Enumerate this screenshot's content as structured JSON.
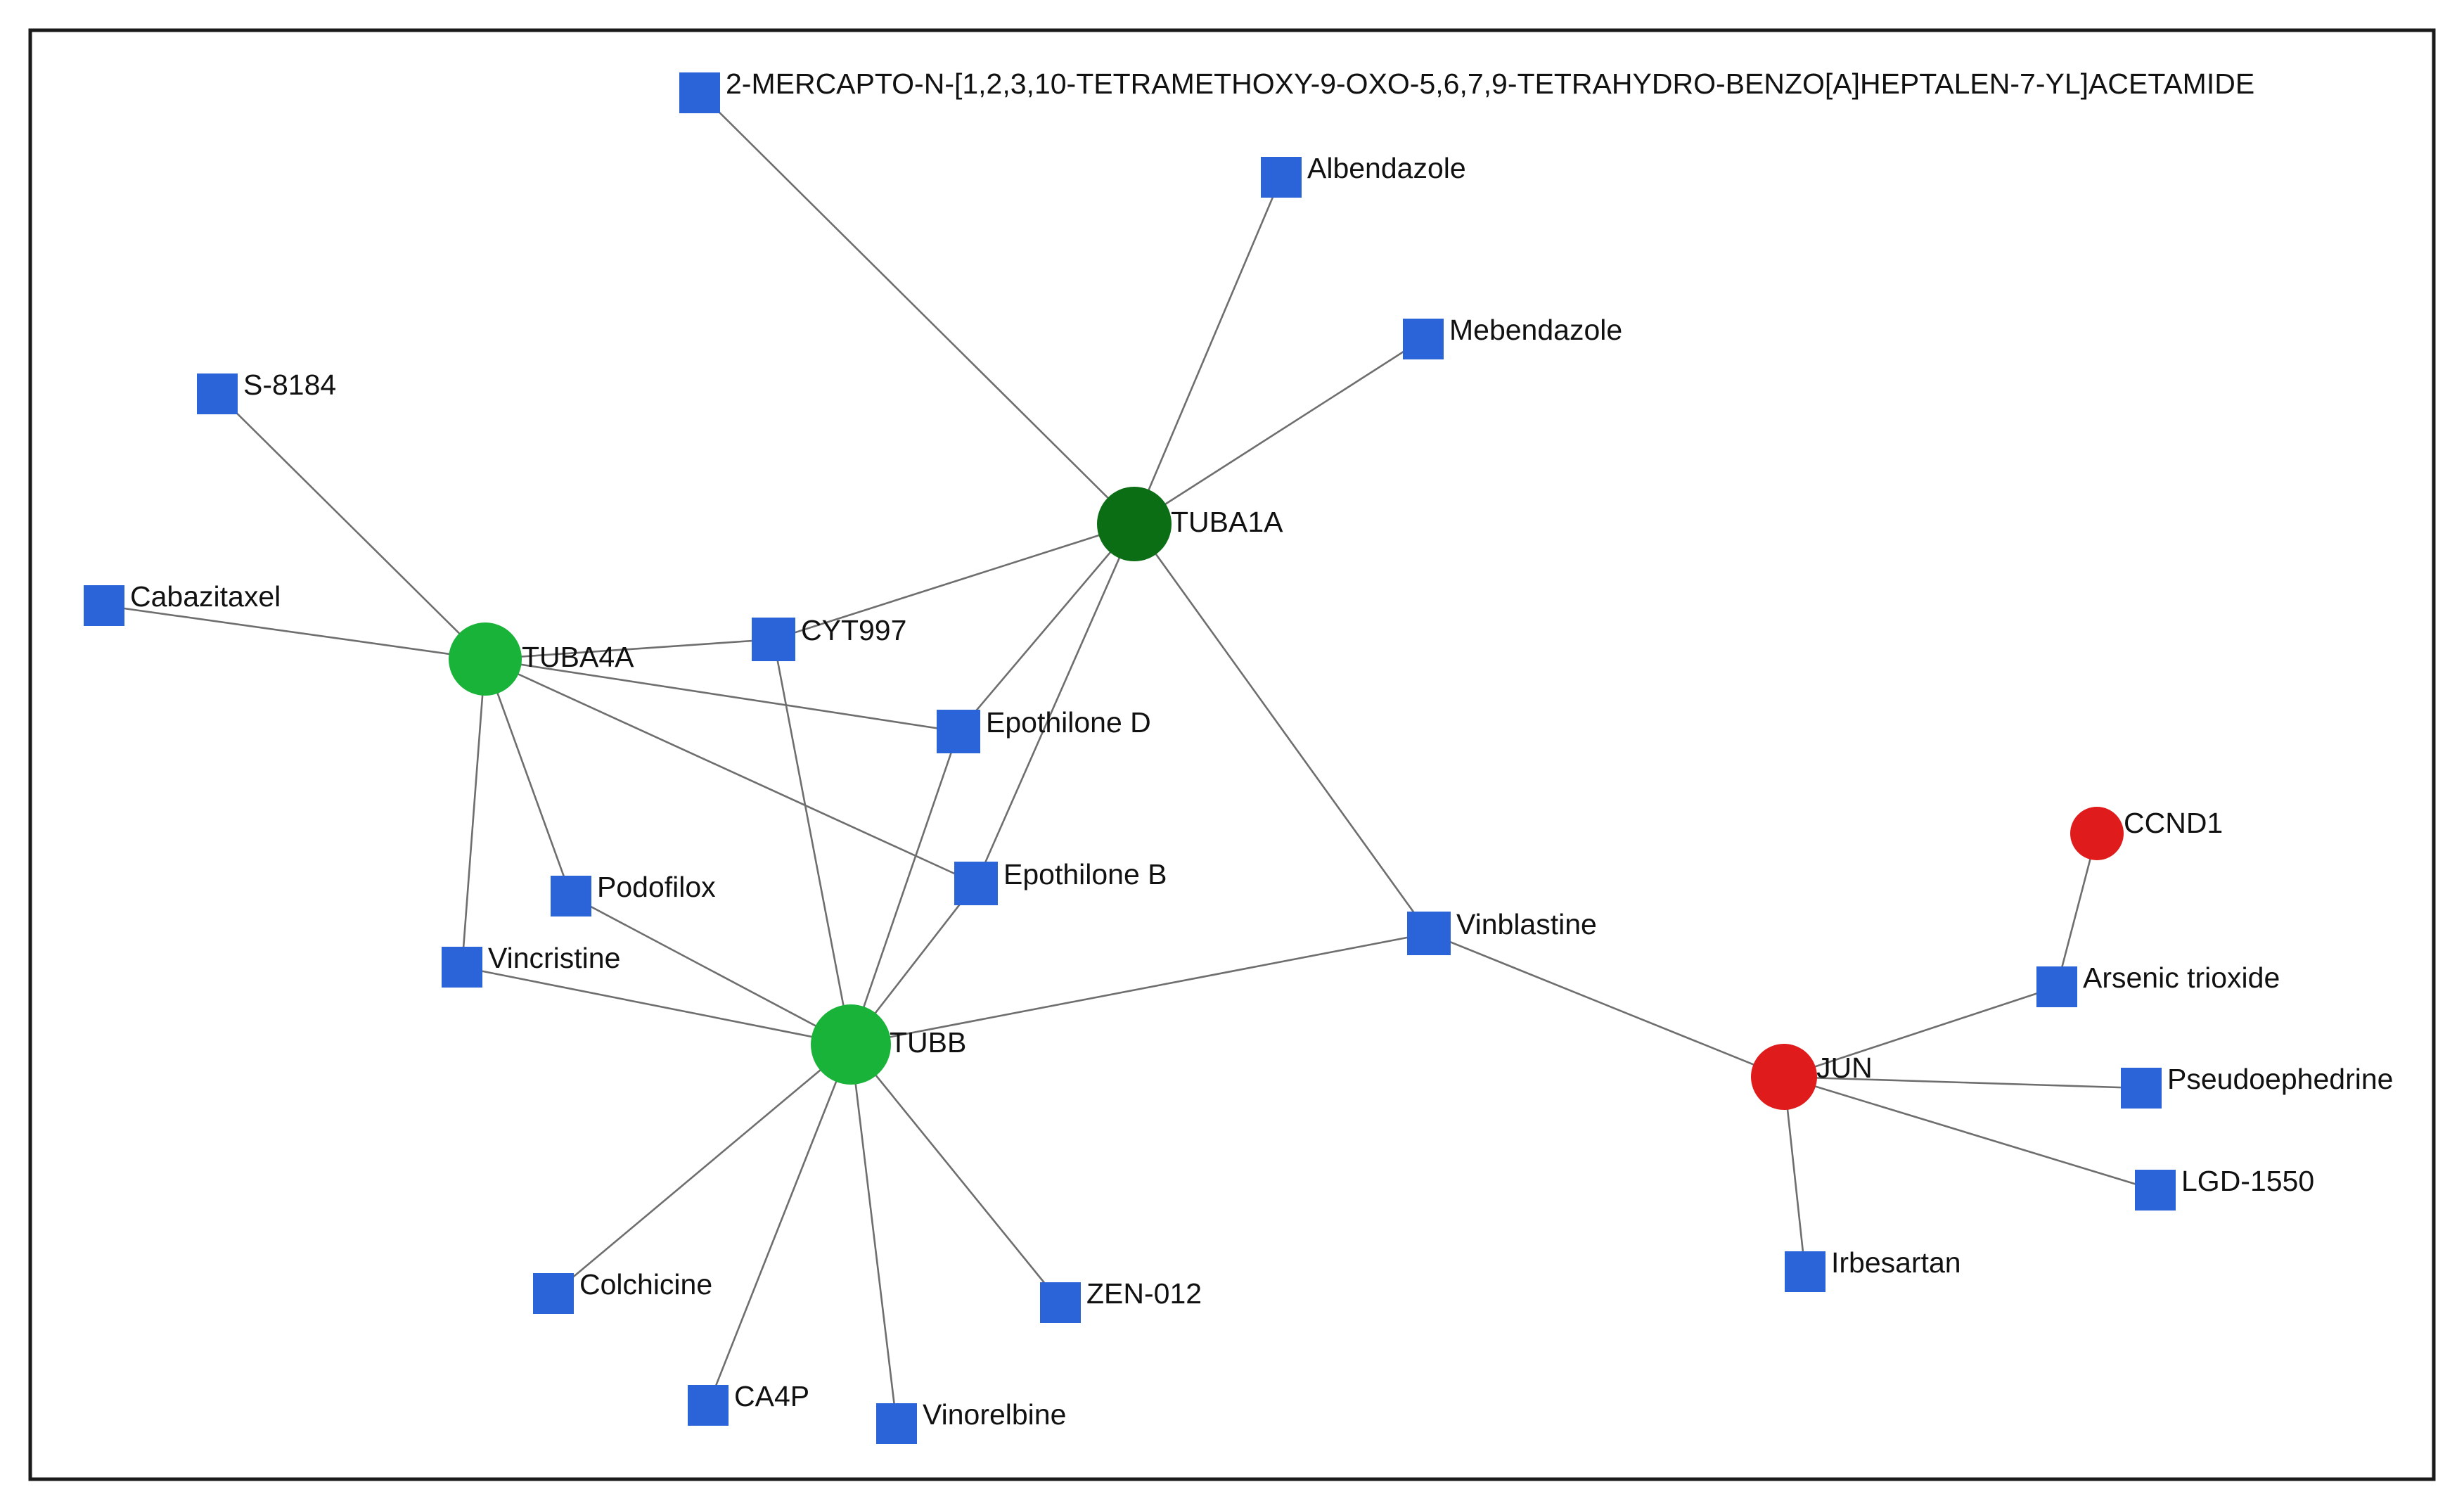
{
  "colors": {
    "drug": "#2b63d9",
    "gene_tubulin": "#19b33a",
    "gene_tubulin_hub": "#0b6e14",
    "gene_other": "#e01b1b",
    "edge": "#6e6e6e",
    "frame": "#1a1a1a"
  },
  "legend_shapes": {
    "drug": "square",
    "gene": "circle"
  },
  "nodes": [
    {
      "id": "TUBA1A",
      "label": "TUBA1A",
      "type": "gene",
      "group": "gene_tubulin_hub"
    },
    {
      "id": "TUBA4A",
      "label": "TUBA4A",
      "type": "gene",
      "group": "gene_tubulin"
    },
    {
      "id": "TUBB",
      "label": "TUBB",
      "type": "gene",
      "group": "gene_tubulin"
    },
    {
      "id": "JUN",
      "label": "JUN",
      "type": "gene",
      "group": "gene_other"
    },
    {
      "id": "CCND1",
      "label": "CCND1",
      "type": "gene",
      "group": "gene_other"
    },
    {
      "id": "MERCAPTO",
      "label": "2-MERCAPTO-N-[1,2,3,10-TETRAMETHOXY-9-OXO-5,6,7,9-TETRAHYDRO-BENZO[A]HEPTALEN-7-YL]ACETAMIDE",
      "type": "drug"
    },
    {
      "id": "Albendazole",
      "label": "Albendazole",
      "type": "drug"
    },
    {
      "id": "Mebendazole",
      "label": "Mebendazole",
      "type": "drug"
    },
    {
      "id": "S8184",
      "label": "S-8184",
      "type": "drug"
    },
    {
      "id": "Cabazitaxel",
      "label": "Cabazitaxel",
      "type": "drug"
    },
    {
      "id": "CYT997",
      "label": "CYT997",
      "type": "drug"
    },
    {
      "id": "EpothiloneD",
      "label": "Epothilone D",
      "type": "drug"
    },
    {
      "id": "EpothiloneB",
      "label": "Epothilone B",
      "type": "drug"
    },
    {
      "id": "Podofilox",
      "label": "Podofilox",
      "type": "drug"
    },
    {
      "id": "Vincristine",
      "label": "Vincristine",
      "type": "drug"
    },
    {
      "id": "Vinblastine",
      "label": "Vinblastine",
      "type": "drug"
    },
    {
      "id": "Colchicine",
      "label": "Colchicine",
      "type": "drug"
    },
    {
      "id": "CA4P",
      "label": "CA4P",
      "type": "drug"
    },
    {
      "id": "Vinorelbine",
      "label": "Vinorelbine",
      "type": "drug"
    },
    {
      "id": "ZEN012",
      "label": "ZEN-012",
      "type": "drug"
    },
    {
      "id": "ArsenicTrioxide",
      "label": "Arsenic trioxide",
      "type": "drug"
    },
    {
      "id": "Pseudoephedrine",
      "label": "Pseudoephedrine",
      "type": "drug"
    },
    {
      "id": "LGD1550",
      "label": "LGD-1550",
      "type": "drug"
    },
    {
      "id": "Irbesartan",
      "label": "Irbesartan",
      "type": "drug"
    }
  ],
  "edges": [
    [
      "MERCAPTO",
      "TUBA1A"
    ],
    [
      "Albendazole",
      "TUBA1A"
    ],
    [
      "Mebendazole",
      "TUBA1A"
    ],
    [
      "CYT997",
      "TUBA1A"
    ],
    [
      "EpothiloneD",
      "TUBA1A"
    ],
    [
      "EpothiloneB",
      "TUBA1A"
    ],
    [
      "Vinblastine",
      "TUBA1A"
    ],
    [
      "S8184",
      "TUBA4A"
    ],
    [
      "Cabazitaxel",
      "TUBA4A"
    ],
    [
      "CYT997",
      "TUBA4A"
    ],
    [
      "EpothiloneD",
      "TUBA4A"
    ],
    [
      "EpothiloneB",
      "TUBA4A"
    ],
    [
      "Podofilox",
      "TUBA4A"
    ],
    [
      "Vincristine",
      "TUBA4A"
    ],
    [
      "CYT997",
      "TUBB"
    ],
    [
      "EpothiloneD",
      "TUBB"
    ],
    [
      "EpothiloneB",
      "TUBB"
    ],
    [
      "Podofilox",
      "TUBB"
    ],
    [
      "Vincristine",
      "TUBB"
    ],
    [
      "Vinblastine",
      "TUBB"
    ],
    [
      "Colchicine",
      "TUBB"
    ],
    [
      "CA4P",
      "TUBB"
    ],
    [
      "Vinorelbine",
      "TUBB"
    ],
    [
      "ZEN012",
      "TUBB"
    ],
    [
      "Vinblastine",
      "JUN"
    ],
    [
      "ArsenicTrioxide",
      "JUN"
    ],
    [
      "Pseudoephedrine",
      "JUN"
    ],
    [
      "LGD1550",
      "JUN"
    ],
    [
      "Irbesartan",
      "JUN"
    ],
    [
      "CCND1",
      "ArsenicTrioxide"
    ]
  ]
}
